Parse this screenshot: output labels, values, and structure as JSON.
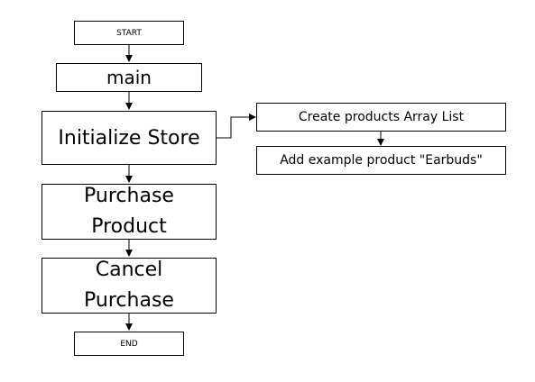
{
  "diagram": {
    "nodes": {
      "start": "START",
      "main": "main",
      "init": "Initialize Store",
      "purchase": "Purchase Product",
      "cancel": "Cancel Purchase",
      "end": "END",
      "create_list": "Create products Array List",
      "add_product": "Add example product \"Earbuds\""
    }
  },
  "colors": {
    "stroke": "#000000",
    "fill": "#ffffff",
    "text": "#000000"
  }
}
